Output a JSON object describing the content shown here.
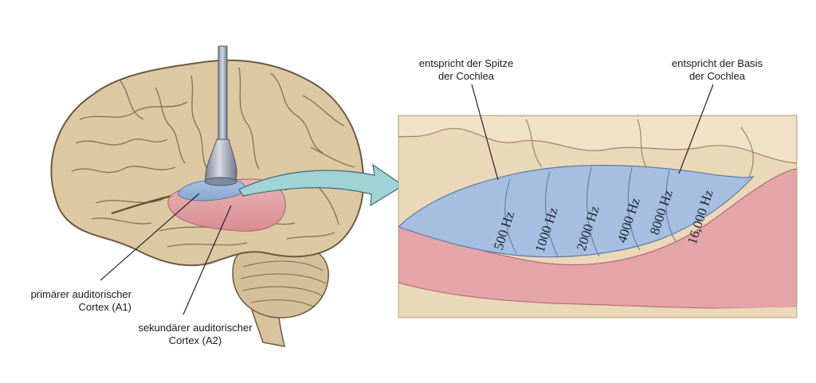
{
  "labels": {
    "a1_line1": "primärer auditorischer",
    "a1_line2": "Cortex (A1)",
    "a2_line1": "sekundärer auditorischer",
    "a2_line2": "Cortex (A2)",
    "apex_line1": "entspricht der Spitze",
    "apex_line2": "der Cochlea",
    "base_line1": "entspricht der Basis",
    "base_line2": "der Cochlea"
  },
  "frequency_bands": [
    "500 Hz",
    "1000 Hz",
    "2000 Hz",
    "4000 Hz",
    "8000 Hz",
    "16,000 Hz"
  ],
  "colors": {
    "brain": "#dcc9a3",
    "brain_outline": "#6b5a41",
    "a1_blue": "#8fb0d6",
    "a2_pink": "#e3a3a8",
    "arrow": "#9fd3d6",
    "panel_bg": "#ead8b8",
    "pink_tissue": "#e4a4a8"
  }
}
